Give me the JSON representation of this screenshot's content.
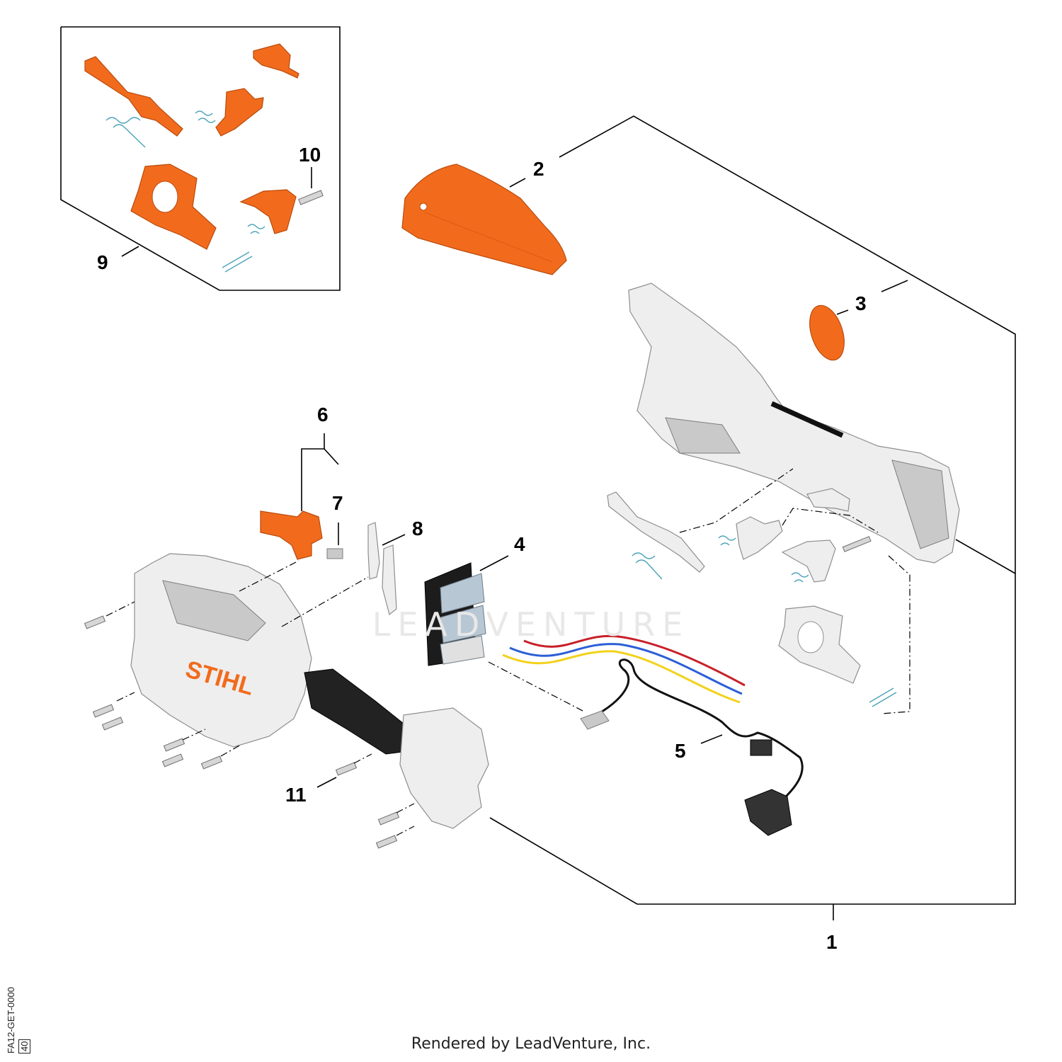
{
  "diagram": {
    "callouts": [
      "1",
      "2",
      "3",
      "4",
      "5",
      "6",
      "7",
      "8",
      "9",
      "10",
      "11"
    ],
    "brand_logo_text": "STIHL",
    "watermark_text": "LEADVENTURE",
    "drawing_code": "FA12-GET-0000",
    "revision": "40",
    "footer": "Rendered by LeadVenture, Inc.",
    "colors": {
      "part_orange": "#f26b1d",
      "part_grey": "#eeeeee",
      "wire_red": "#c8202a",
      "wire_blue": "#2c5fd6",
      "wire_yellow": "#f2d21b",
      "wire_black": "#111111"
    }
  }
}
